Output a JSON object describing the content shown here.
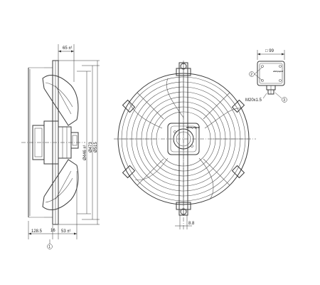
{
  "side_view": {
    "dim_top": "65 ±¹",
    "dim_diameters": [
      "Ø446 ±¹",
      "Ø473",
      "Ø515"
    ],
    "dim_bottom_left": "128.5",
    "dim_bottom_mid": "16",
    "dim_bottom_right": "53 ±¹",
    "callout_1": "1"
  },
  "front_view": {
    "dim_bottom": "8.8",
    "brand_text": "ebmpapst"
  },
  "terminal_box": {
    "dim_width": "□ 99",
    "cable_gland": "M20x1.5",
    "callout_2": "2",
    "callout_3": "3"
  }
}
